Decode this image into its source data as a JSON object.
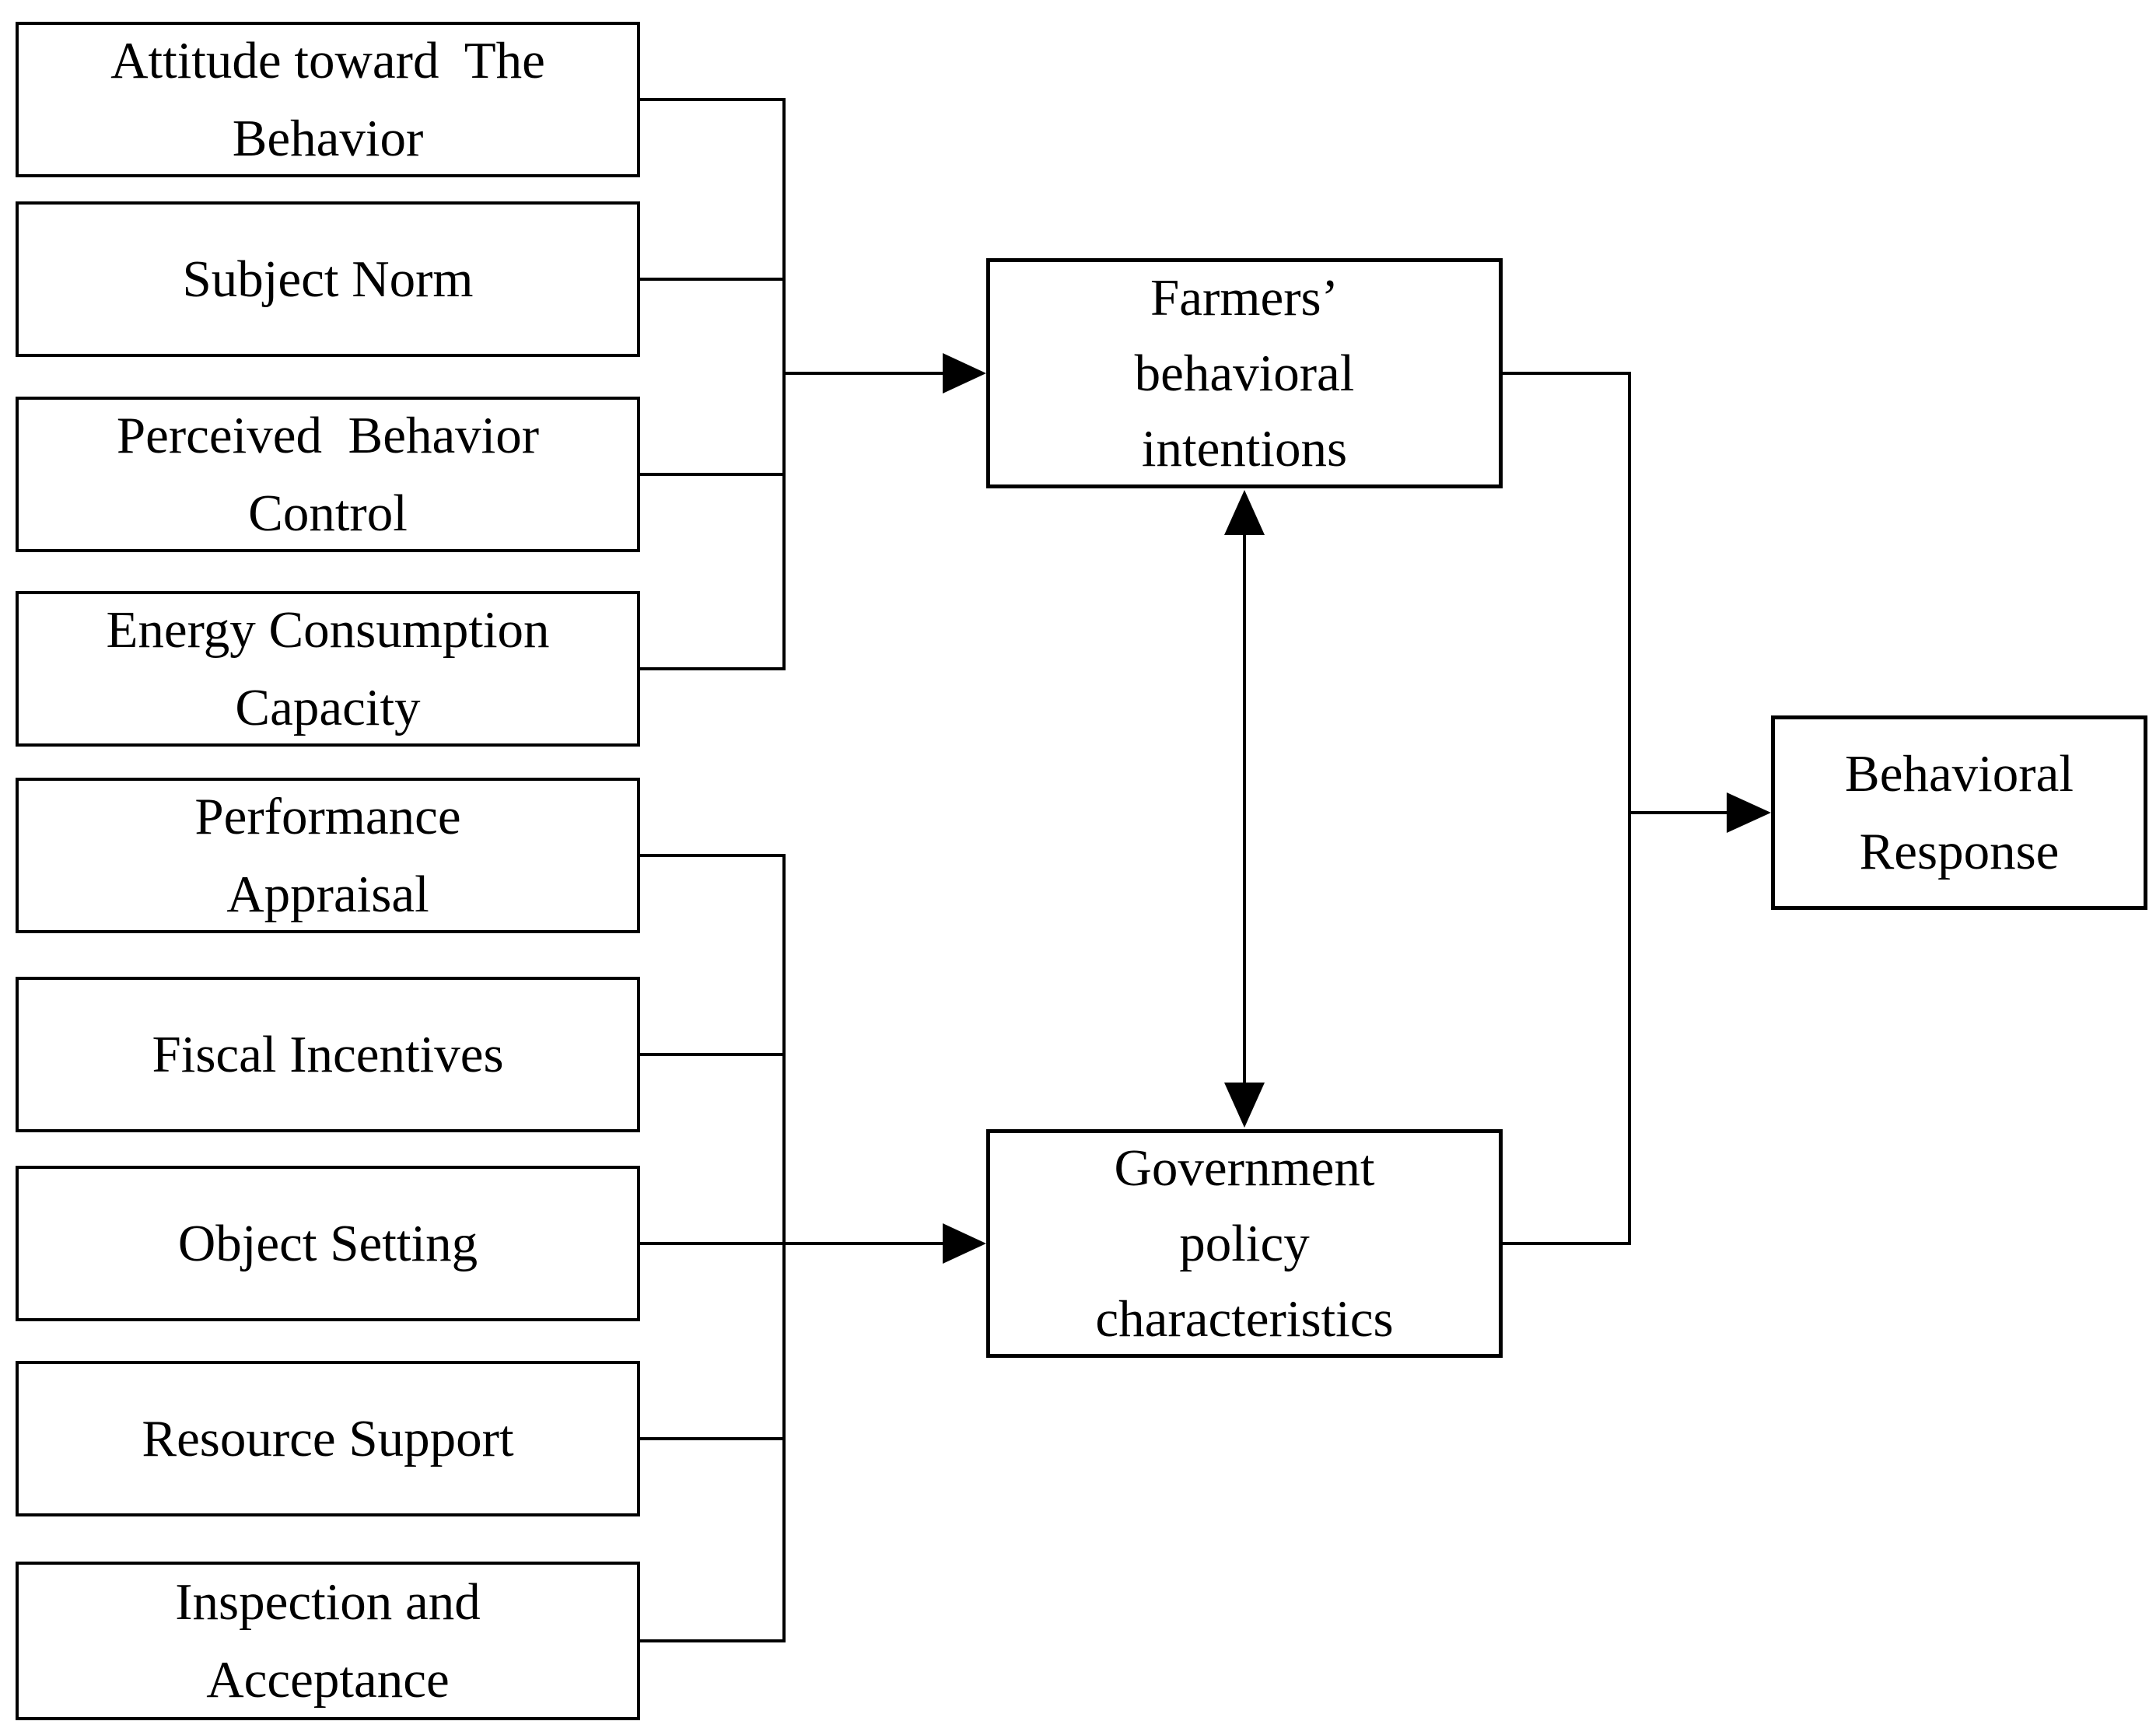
{
  "diagram": {
    "type": "flow-diagram",
    "colors": {
      "background": "#ffffff",
      "line": "#000000",
      "text": "#000000",
      "box_fill": "#ffffff"
    },
    "boxes": {
      "predictors_top": [
        {
          "label": "Attitude toward  The\nBehavior"
        },
        {
          "label": "Subject Norm"
        },
        {
          "label": "Perceived  Behavior\nControl"
        },
        {
          "label": "Energy Consumption\nCapacity"
        }
      ],
      "predictors_bottom": [
        {
          "label": "Performance\nAppraisal"
        },
        {
          "label": "Fiscal Incentives"
        },
        {
          "label": "Object Setting"
        },
        {
          "label": "Resource Support"
        },
        {
          "label": "Inspection and\nAcceptance"
        }
      ],
      "mediators": [
        {
          "label": "Farmers’\nbehavioral\nintentions"
        },
        {
          "label": "Government\npolicy\ncharacteristics"
        }
      ],
      "outcome": {
        "label": "Behavioral\nResponse"
      }
    },
    "relations": [
      "predictors_top -> Farmers’ behavioral intentions",
      "predictors_bottom -> Government policy characteristics",
      "Farmers’ behavioral intentions <-> Government policy characteristics",
      "Farmers’ behavioral intentions -> Behavioral Response",
      "Government policy characteristics -> Behavioral Response"
    ]
  }
}
